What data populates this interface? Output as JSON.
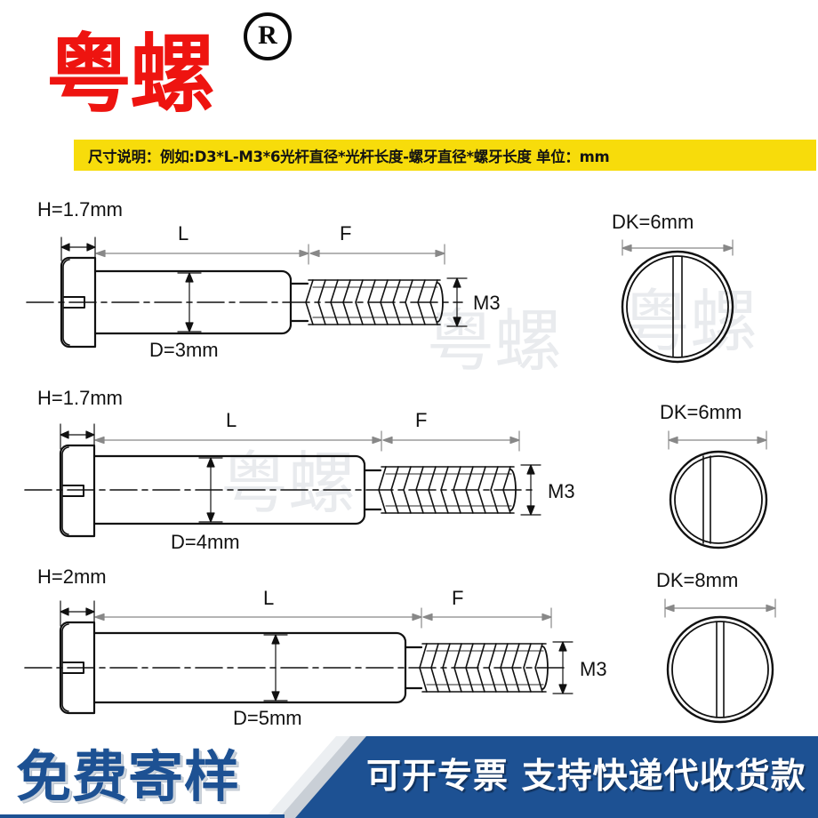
{
  "header": {
    "brand_logo_text": "粤螺",
    "registered_symbol": "R",
    "logo_color": "#ee1410"
  },
  "spec_banner": {
    "text": "尺寸说明：例如:D3*L-M3*6光杆直径*光杆长度-螺牙直径*螺牙长度  单位：mm",
    "background_color": "#f7dc0b",
    "text_color": "#131313"
  },
  "watermarks": [
    {
      "text": "粤螺",
      "color": "#e9ebee"
    },
    {
      "text": "粤螺",
      "color": "#e9ebee"
    },
    {
      "text": "粤螺",
      "color": "#e9ebee"
    }
  ],
  "drawings": [
    {
      "id": "screw-row-1",
      "head_height_label": "H=1.7mm",
      "shank_length_label": "L",
      "thread_length_label": "F",
      "thread_size_label": "M3",
      "shank_diameter_label": "D=3mm",
      "head_diameter_label": "DK=6mm",
      "view_type": "side-and-top"
    },
    {
      "id": "screw-row-2",
      "head_height_label": "H=1.7mm",
      "shank_length_label": "L",
      "thread_length_label": "F",
      "thread_size_label": "M3",
      "shank_diameter_label": "D=4mm",
      "head_diameter_label": "DK=6mm",
      "view_type": "side-and-top"
    },
    {
      "id": "screw-row-3",
      "head_height_label": "H=2mm",
      "shank_length_label": "L",
      "thread_length_label": "F",
      "thread_size_label": "M3",
      "shank_diameter_label": "D=5mm",
      "head_diameter_label": "DK=8mm",
      "view_type": "side-and-top"
    }
  ],
  "promo_banner": {
    "left_label": "免费寄样",
    "right_label": "可开专票 支持快递代收货款",
    "left_text_color": "#1d5193",
    "right_background_color": "#1d5193",
    "right_text_color": "#ffffff"
  }
}
